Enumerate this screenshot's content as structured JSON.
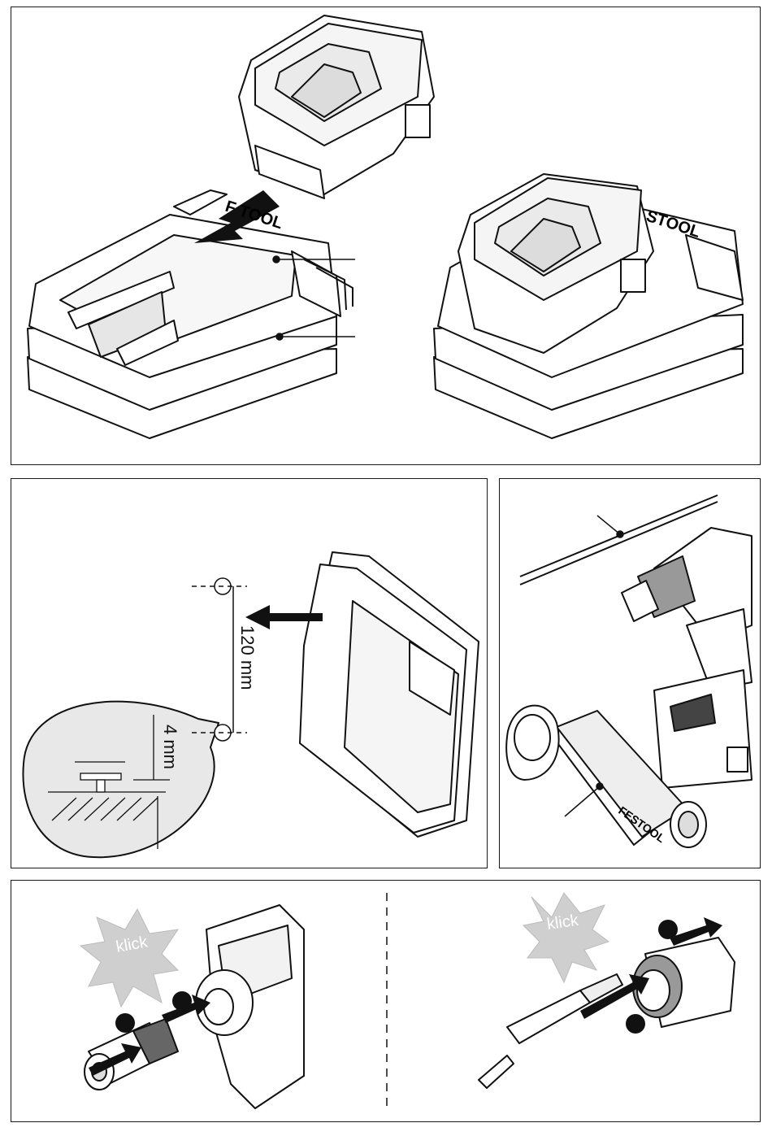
{
  "panels": {
    "top": {
      "brand_left": "F TOOL",
      "brand_right": "STOOL"
    },
    "mount": {
      "spacing": "120 mm",
      "gap": "4 mm"
    },
    "attach": {
      "brand": "FESTOOL"
    },
    "chuck": {
      "klick_left": "klick",
      "klick_right": "klick"
    }
  }
}
